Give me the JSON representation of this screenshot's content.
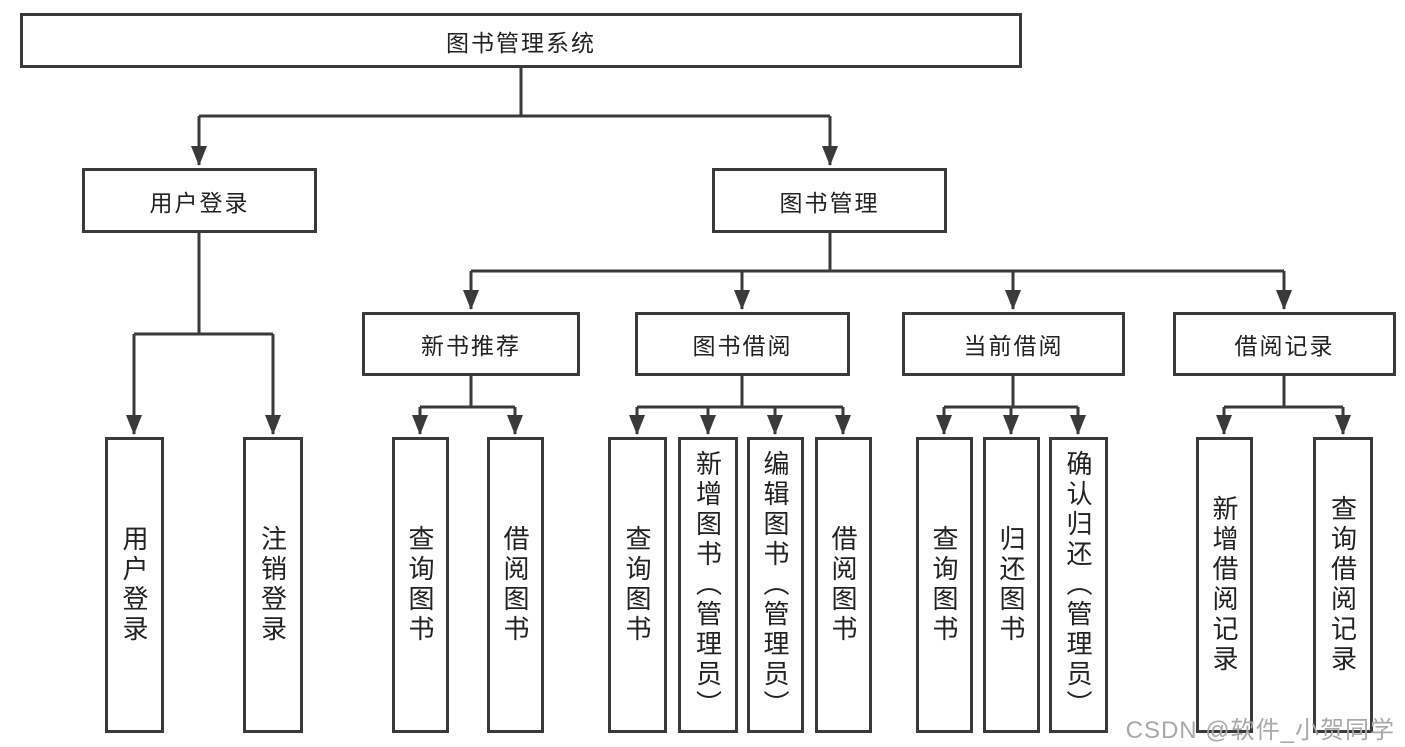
{
  "tree": {
    "root": "图书管理系统",
    "children": [
      {
        "label": "用户登录",
        "children": [
          "用户登录",
          "注销登录"
        ]
      },
      {
        "label": "图书管理",
        "children": [
          {
            "label": "新书推荐",
            "children": [
              "查询图书",
              "借阅图书"
            ]
          },
          {
            "label": "图书借阅",
            "children": [
              "查询图书",
              "新增图书（管理员）",
              "编辑图书（管理员）",
              "借阅图书"
            ]
          },
          {
            "label": "当前借阅",
            "children": [
              "查询图书",
              "归还图书",
              "确认归还（管理员）"
            ]
          },
          {
            "label": "借阅记录",
            "children": [
              "新增借阅记录",
              "查询借阅记录"
            ]
          }
        ]
      }
    ]
  },
  "watermark": "CSDN @软件_小贺同学",
  "colors": {
    "line": "#3a3a3a",
    "text": "#222222",
    "watermark": "#a9a9a9",
    "background": "#ffffff"
  }
}
